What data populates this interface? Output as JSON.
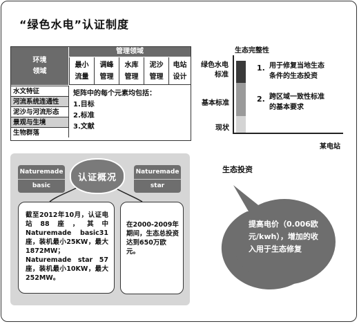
{
  "title": "“绿色水电”认证制度",
  "matrix": {
    "corner_label": "环境\n领域",
    "group_header": "管理领域",
    "columns": [
      "最小\n流量",
      "调峰\n管理",
      "水库\n管理",
      "泥沙\n管理",
      "电站\n设计"
    ],
    "rows": [
      "水文特征",
      "河流系统连通性",
      "泥沙与河流形态",
      "景观与生境",
      "生物群落"
    ],
    "description": [
      "矩阵中的每个元素均包括：",
      "1.目标",
      "2.标准",
      "3.文献"
    ]
  },
  "scale": {
    "title": "生态完整性",
    "level_labels": [
      "绿色水电\n标准",
      "基本标准",
      "现状"
    ],
    "items": [
      {
        "num": "1.",
        "text": "用于修复当地生态\n条件的生态投资"
      },
      {
        "num": "2.",
        "text": "跨区域一致性标准\n的基本要求"
      }
    ],
    "x_label": "某电站",
    "bar_colors": [
      "#3a3a3a",
      "#9a9a9a",
      "#d4d4d4"
    ]
  },
  "overview": {
    "center": "认证概况",
    "tag_basic": [
      "Naturemade",
      "basic"
    ],
    "tag_star": [
      "Naturemade",
      "star"
    ],
    "left_text": "截至2012年10月，认证电站88座，其中Naturemade basic31座，装机最小25KW，最大1872MW；Naturemade star 57座，装机最小10KW，最大252MW。",
    "right_text": "在2000-2009年期间，生态总投资达到650万欧元。"
  },
  "eco_investment": {
    "title": "生态投资",
    "text": "提高电价（0.006欧元/kwh），增加的收入用于生态修复"
  }
}
